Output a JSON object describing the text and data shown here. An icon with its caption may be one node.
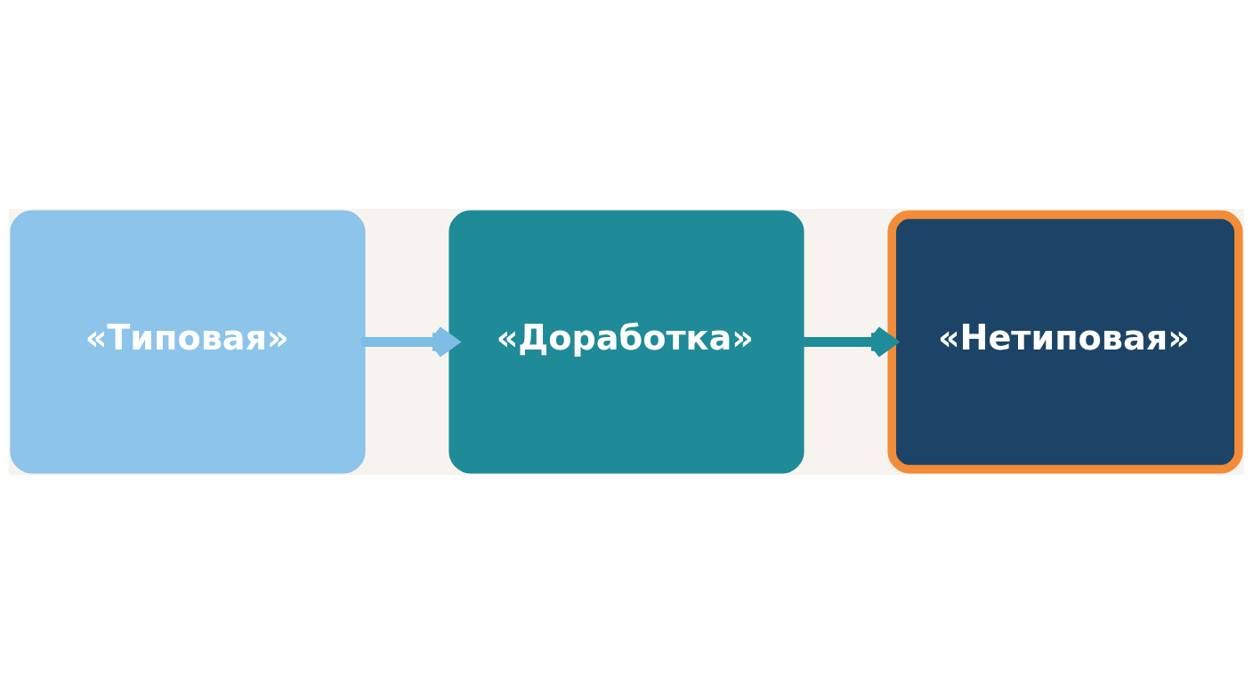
{
  "diagram": {
    "nodes": [
      {
        "text": [
          "«Типовая»"
        ]
      },
      {
        "text": [
          "«Доработка»"
        ]
      },
      {
        "text": [
          "«Нетиповая»"
        ]
      }
    ],
    "edges": [
      {
        "from": 0,
        "to": 1,
        "arrow": "to",
        "color": "#7dbde6"
      },
      {
        "from": 1,
        "to": 2,
        "arrow": "to",
        "color": "#1f8c99"
      }
    ]
  }
}
